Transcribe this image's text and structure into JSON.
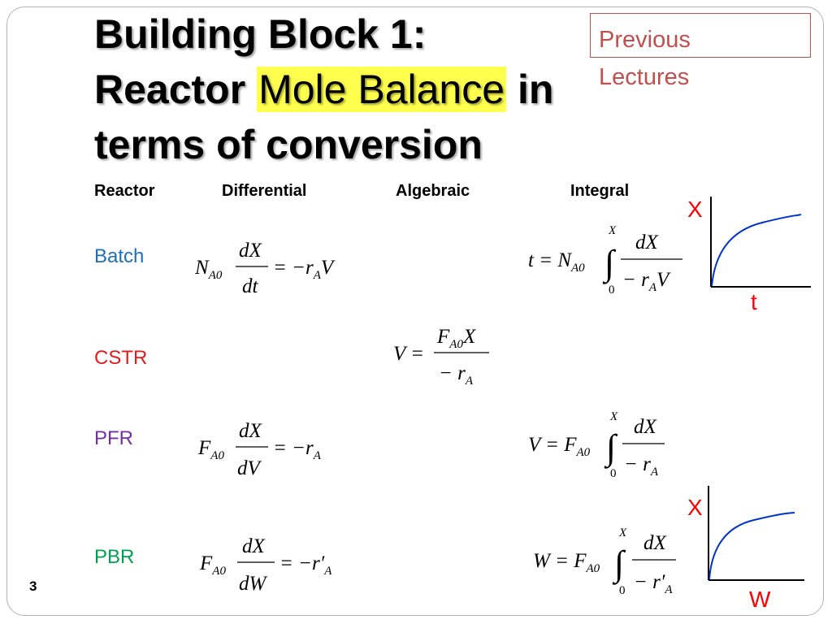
{
  "slide": {
    "title_line1": "Building Block 1:",
    "title_line2_pre": "Reactor ",
    "title_line2_highlight": "Mole Balance",
    "title_line2_post": " in",
    "title_line3": "terms of conversion",
    "previous_lectures": "Previous Lectures",
    "page_number": "3",
    "highlight_color": "#ffff4d"
  },
  "columns": {
    "reactor": "Reactor",
    "differential": "Differential",
    "algebraic": "Algebraic",
    "integral": "Integral"
  },
  "reactors": [
    {
      "label": "Batch",
      "color": "#1f6fb5"
    },
    {
      "label": "CSTR",
      "color": "#e41a1c"
    },
    {
      "label": "PFR",
      "color": "#7030a0"
    },
    {
      "label": "PBR",
      "color": "#00a050"
    }
  ],
  "equations": {
    "batch_differential": {
      "coef": "N",
      "coef_sub": "A0",
      "num": "dX",
      "den": "dt",
      "rhs": "= −r",
      "rhs_sub": "A",
      "rhs_tail": "V"
    },
    "batch_integral": {
      "lhs": "t = N",
      "lhs_sub": "A0",
      "upper": "X",
      "lower": "0",
      "num": "dX",
      "den": "− r",
      "den_sub": "A",
      "den_tail": "V"
    },
    "cstr_algebraic": {
      "lhs": "V =",
      "num": "F",
      "num_sub": "A0",
      "num_tail": "X",
      "den": "− r",
      "den_sub": "A"
    },
    "pfr_differential": {
      "coef": "F",
      "coef_sub": "A0",
      "num": "dX",
      "den": "dV",
      "rhs": "= −r",
      "rhs_sub": "A"
    },
    "pfr_integral": {
      "lhs": "V = F",
      "lhs_sub": "A0",
      "upper": "X",
      "lower": "0",
      "num": "dX",
      "den": "− r",
      "den_sub": "A"
    },
    "pbr_differential": {
      "coef": "F",
      "coef_sub": "A0",
      "num": "dX",
      "den": "dW",
      "rhs": "= −r′",
      "rhs_sub": "A"
    },
    "pbr_integral": {
      "lhs": "W = F",
      "lhs_sub": "A0",
      "upper": "X",
      "lower": "0",
      "num": "dX",
      "den": "− r′",
      "den_sub": "A"
    }
  },
  "graphs": [
    {
      "y_label": "X",
      "x_label": "t",
      "curve_color": "#0033cc",
      "axis_color": "#000000"
    },
    {
      "y_label": "X",
      "x_label": "W",
      "curve_color": "#0033cc",
      "axis_color": "#000000"
    }
  ]
}
